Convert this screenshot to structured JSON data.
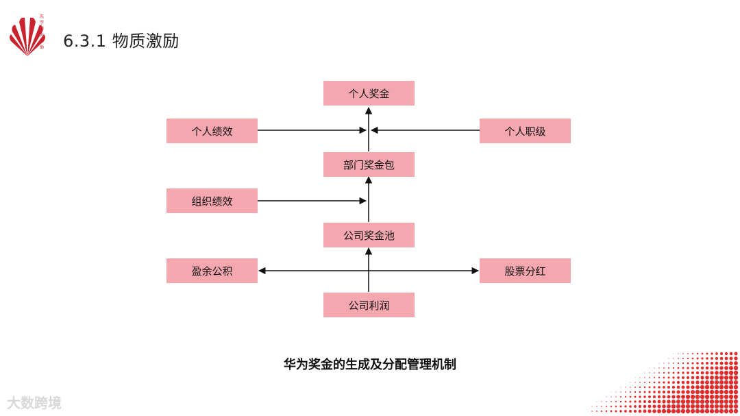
{
  "header": {
    "logo_text": "先学习大师助",
    "title": "6.3.1 物质激励"
  },
  "diagram": {
    "nodes": {
      "personal_bonus": "个人奖金",
      "personal_performance": "个人绩效",
      "personal_rank": "个人职级",
      "dept_bonus_pack": "部门奖金包",
      "org_performance": "组织绩效",
      "company_bonus_pool": "公司奖金池",
      "surplus_reserve": "盈余公积",
      "stock_dividend": "股票分红",
      "company_profit": "公司利润"
    },
    "caption": "华为奖金的生成及分配管理机制"
  },
  "watermark": "大数跨境",
  "colors": {
    "box_fill": "#f4a7ae",
    "logo_red": "#c9232f",
    "dot_red": "#e32b2b"
  }
}
